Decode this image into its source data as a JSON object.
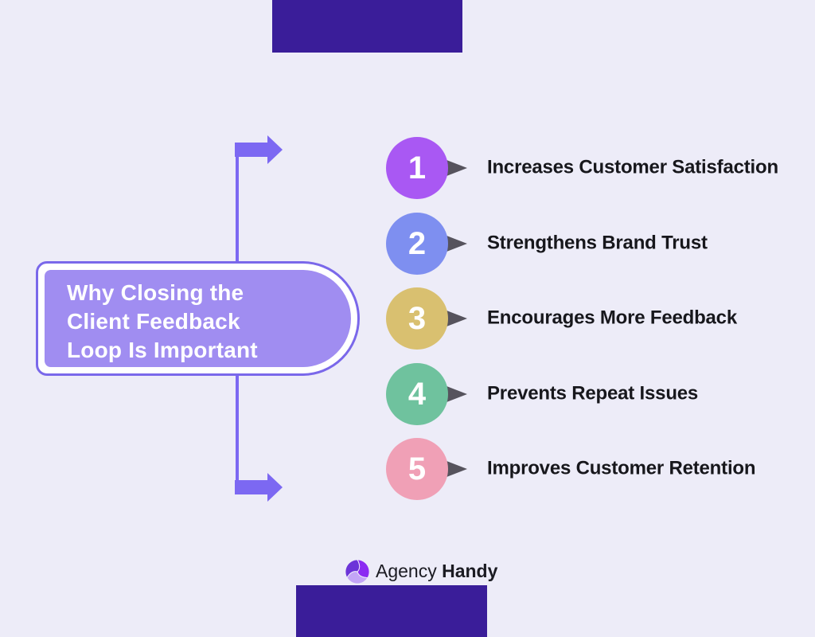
{
  "colors": {
    "background": "#EDECF8",
    "decor_bar": "#3A1D99",
    "connector": "#7C68F2",
    "title_fill": "#A08DF1",
    "title_border": "#7A68EA",
    "pointer": "#56535D",
    "label_text": "#17171C"
  },
  "title_box": {
    "lines": [
      "Why Closing the",
      "Client Feedback",
      "Loop Is Important"
    ]
  },
  "items": [
    {
      "number": "1",
      "label": "Increases Customer Satisfaction",
      "color": "#A958F3"
    },
    {
      "number": "2",
      "label": "Strengthens Brand Trust",
      "color": "#7E8FF0"
    },
    {
      "number": "3",
      "label": "Encourages More Feedback",
      "color": "#D9C070"
    },
    {
      "number": "4",
      "label": "Prevents Repeat Issues",
      "color": "#6FC29E"
    },
    {
      "number": "5",
      "label": "Improves Customer Retention",
      "color": "#F0A0B6"
    }
  ],
  "footer": {
    "brand_first": "Agency",
    "brand_second": "Handy"
  }
}
